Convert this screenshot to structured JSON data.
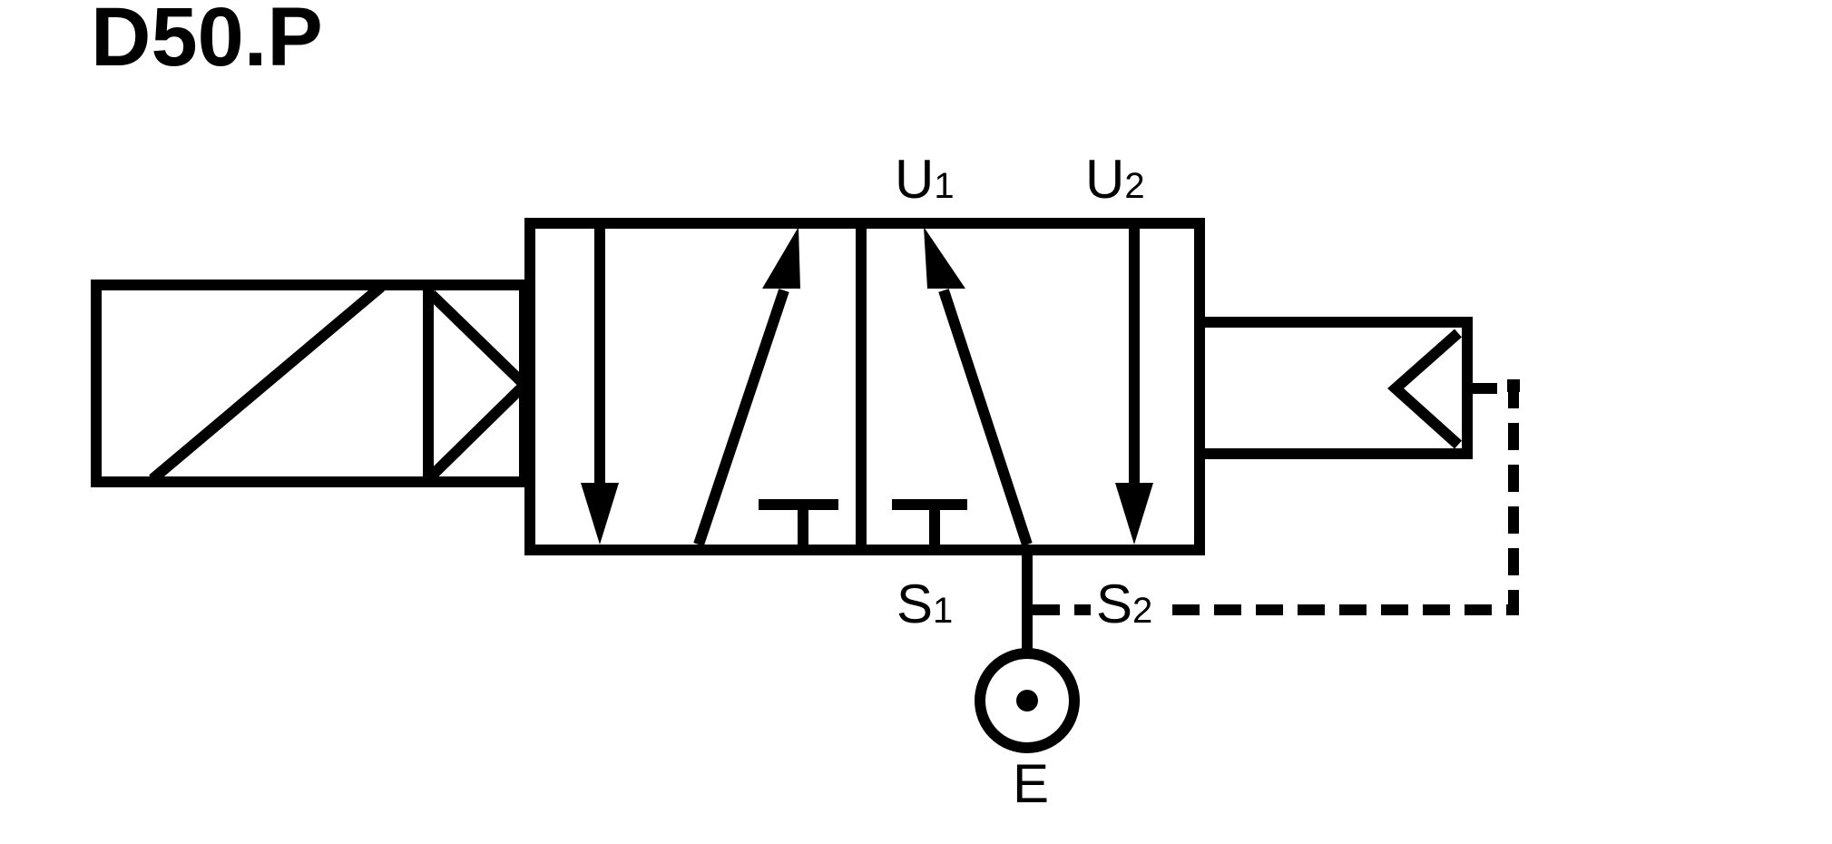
{
  "title": "D50.P",
  "ports": {
    "u1": {
      "letter": "U",
      "sub": "1"
    },
    "u2": {
      "letter": "U",
      "sub": "2"
    },
    "s1": {
      "letter": "S",
      "sub": "1"
    },
    "s2": {
      "letter": "S",
      "sub": "2"
    },
    "e": {
      "letter": "E"
    }
  },
  "colors": {
    "line": "#000000",
    "background": "#ffffff"
  }
}
